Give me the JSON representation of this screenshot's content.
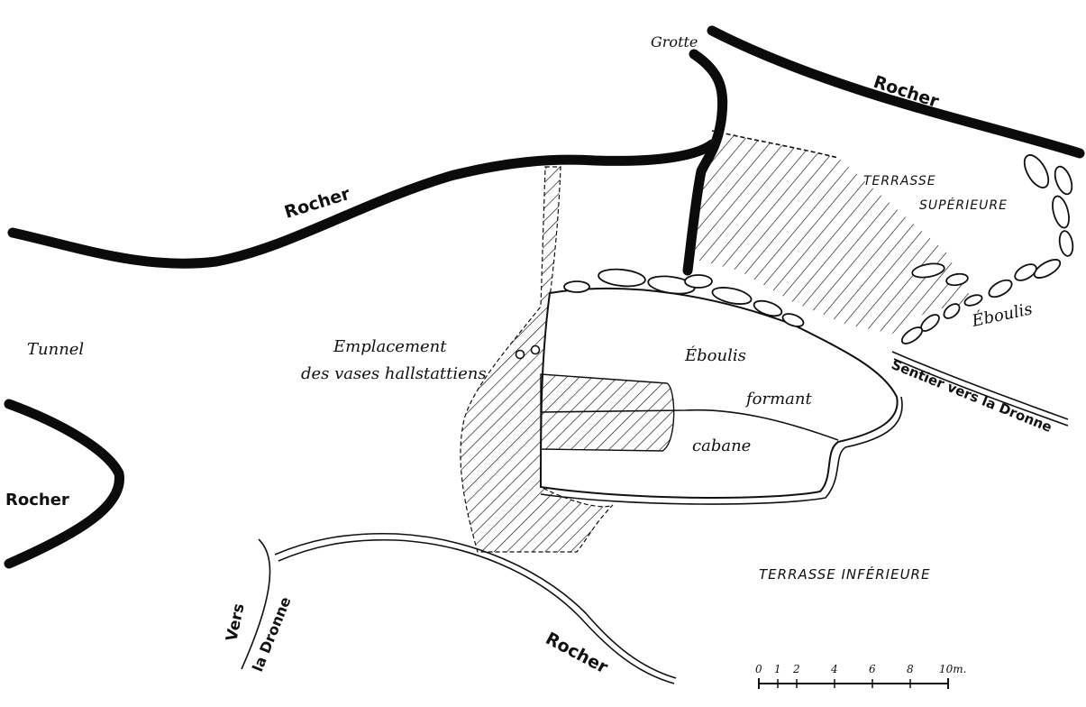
{
  "labels": {
    "grotte": "Grotte",
    "rocher_top_right": "Rocher",
    "rocher_upper_left": "Rocher",
    "rocher_left": "Rocher",
    "rocher_bottom": "Rocher",
    "tunnel": "Tunnel",
    "terrasse_sup_1": "TERRASSE",
    "terrasse_sup_2": "SUPÉRIEURE",
    "eboulis_right": "Éboulis",
    "emplacement_1": "Emplacement",
    "emplacement_2": "des vases hallstattiens",
    "eboulis_center": "Éboulis",
    "formant": "formant",
    "cabane": "cabane",
    "sentier": "Sentier vers la Dronne",
    "terrasse_inf": "TERRASSE INFÉRIEURE",
    "vers": "Vers",
    "la_dronne": "la Dronne"
  },
  "scale_bar": {
    "ticks": [
      "0",
      "1",
      "2",
      "4",
      "6",
      "8",
      "10m."
    ]
  },
  "colors": {
    "ink": "#111111",
    "paper": "#ffffff"
  }
}
